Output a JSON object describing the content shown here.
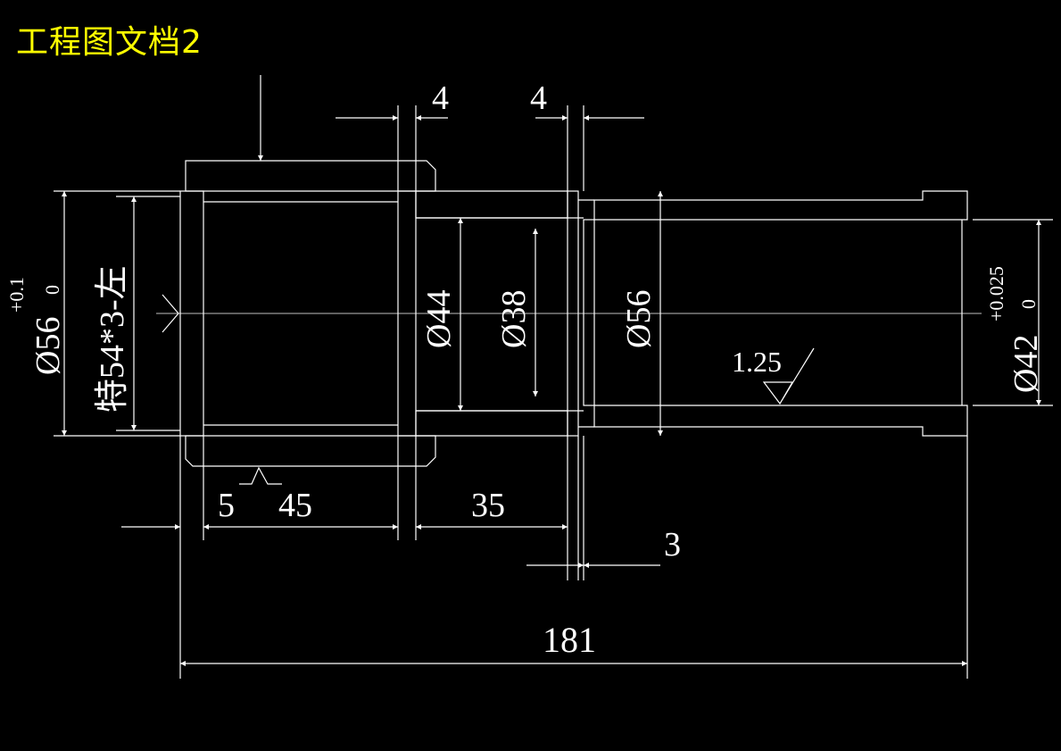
{
  "title": "工程图文档2",
  "colors": {
    "background": "#000000",
    "lines": "#ffffff",
    "title": "#ffff00"
  },
  "dimensions": {
    "top_left_width": "4",
    "top_right_width": "4",
    "left_thread_offset": "5",
    "bore_length": "45",
    "mid_length": "35",
    "groove_width": "3",
    "overall_length": "181",
    "outer_diameter_left": "Ø56",
    "tol_left_upper": "+0.1",
    "tol_left_lower": "0",
    "thread_spec": "特54*3-左",
    "dia_44": "Ø44",
    "dia_38": "Ø38",
    "dia_56": "Ø56",
    "surface_finish": "1.25",
    "bore_right": "Ø42",
    "tol_right_upper": "+0.025",
    "tol_right_lower": "0"
  }
}
